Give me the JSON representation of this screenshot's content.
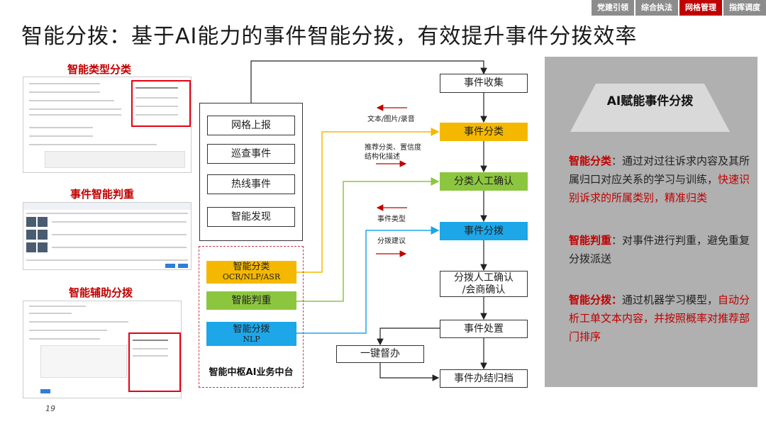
{
  "nav": {
    "tabs": [
      "党建引领",
      "综合执法",
      "网格管理",
      "指挥调度"
    ]
  },
  "title": "智能分拨：基于AI能力的事件智能分拨，有效提升事件分拨效率",
  "screenshots": {
    "classify_title": "智能类型分类",
    "judge_title": "事件智能判重",
    "assist_title": "智能辅助分拨"
  },
  "page_number": "19",
  "sources": [
    "网格上报",
    "巡查事件",
    "热线事件",
    "智能发现"
  ],
  "ai_platform": {
    "label": "智能中枢AI业务中台",
    "modules": [
      {
        "name": "智能分类",
        "sub": "OCR/NLP/ASR"
      },
      {
        "name": "智能判重",
        "sub": ""
      },
      {
        "name": "智能分拨",
        "sub": "NLP"
      }
    ]
  },
  "flow": {
    "collect": "事件收集",
    "classify": "事件分类",
    "classify_confirm": "分类人工确认",
    "dispatch": "事件分拨",
    "dispatch_confirm_1": "分拨人工确认",
    "dispatch_confirm_2": "/会商确认",
    "handle": "事件处置",
    "supervise": "一键督办",
    "archive": "事件办结归档"
  },
  "notes": {
    "text_media": "文本/图片/录音",
    "recommend_1": "推荐分类、置信度",
    "recommend_2": "结构化描述",
    "event_type": "事件类型",
    "dispatch_advice": "分拨建议"
  },
  "panel": {
    "title": "AI赋能事件分拨",
    "p1_head": "智能分类",
    "p1_body": "：通过对过往诉求内容及其所属归口对应关系的学习与训练，",
    "p1_red": "快速识别诉求的所属类别，精准归类",
    "p2_head": "智能判重",
    "p2_body": "：对事件进行判重，避免重复分拨派送",
    "p3_head": "智能分拨：",
    "p3_body": "通过机器学习模型，",
    "p3_red": "自动分析工单文本内容，并按照概率对推荐部门排序"
  },
  "colors": {
    "accent_red": "#c00000",
    "yellow": "#f5b800",
    "green": "#8cc63f",
    "blue": "#1da6e8",
    "panel_grey": "#b0b0b0"
  }
}
